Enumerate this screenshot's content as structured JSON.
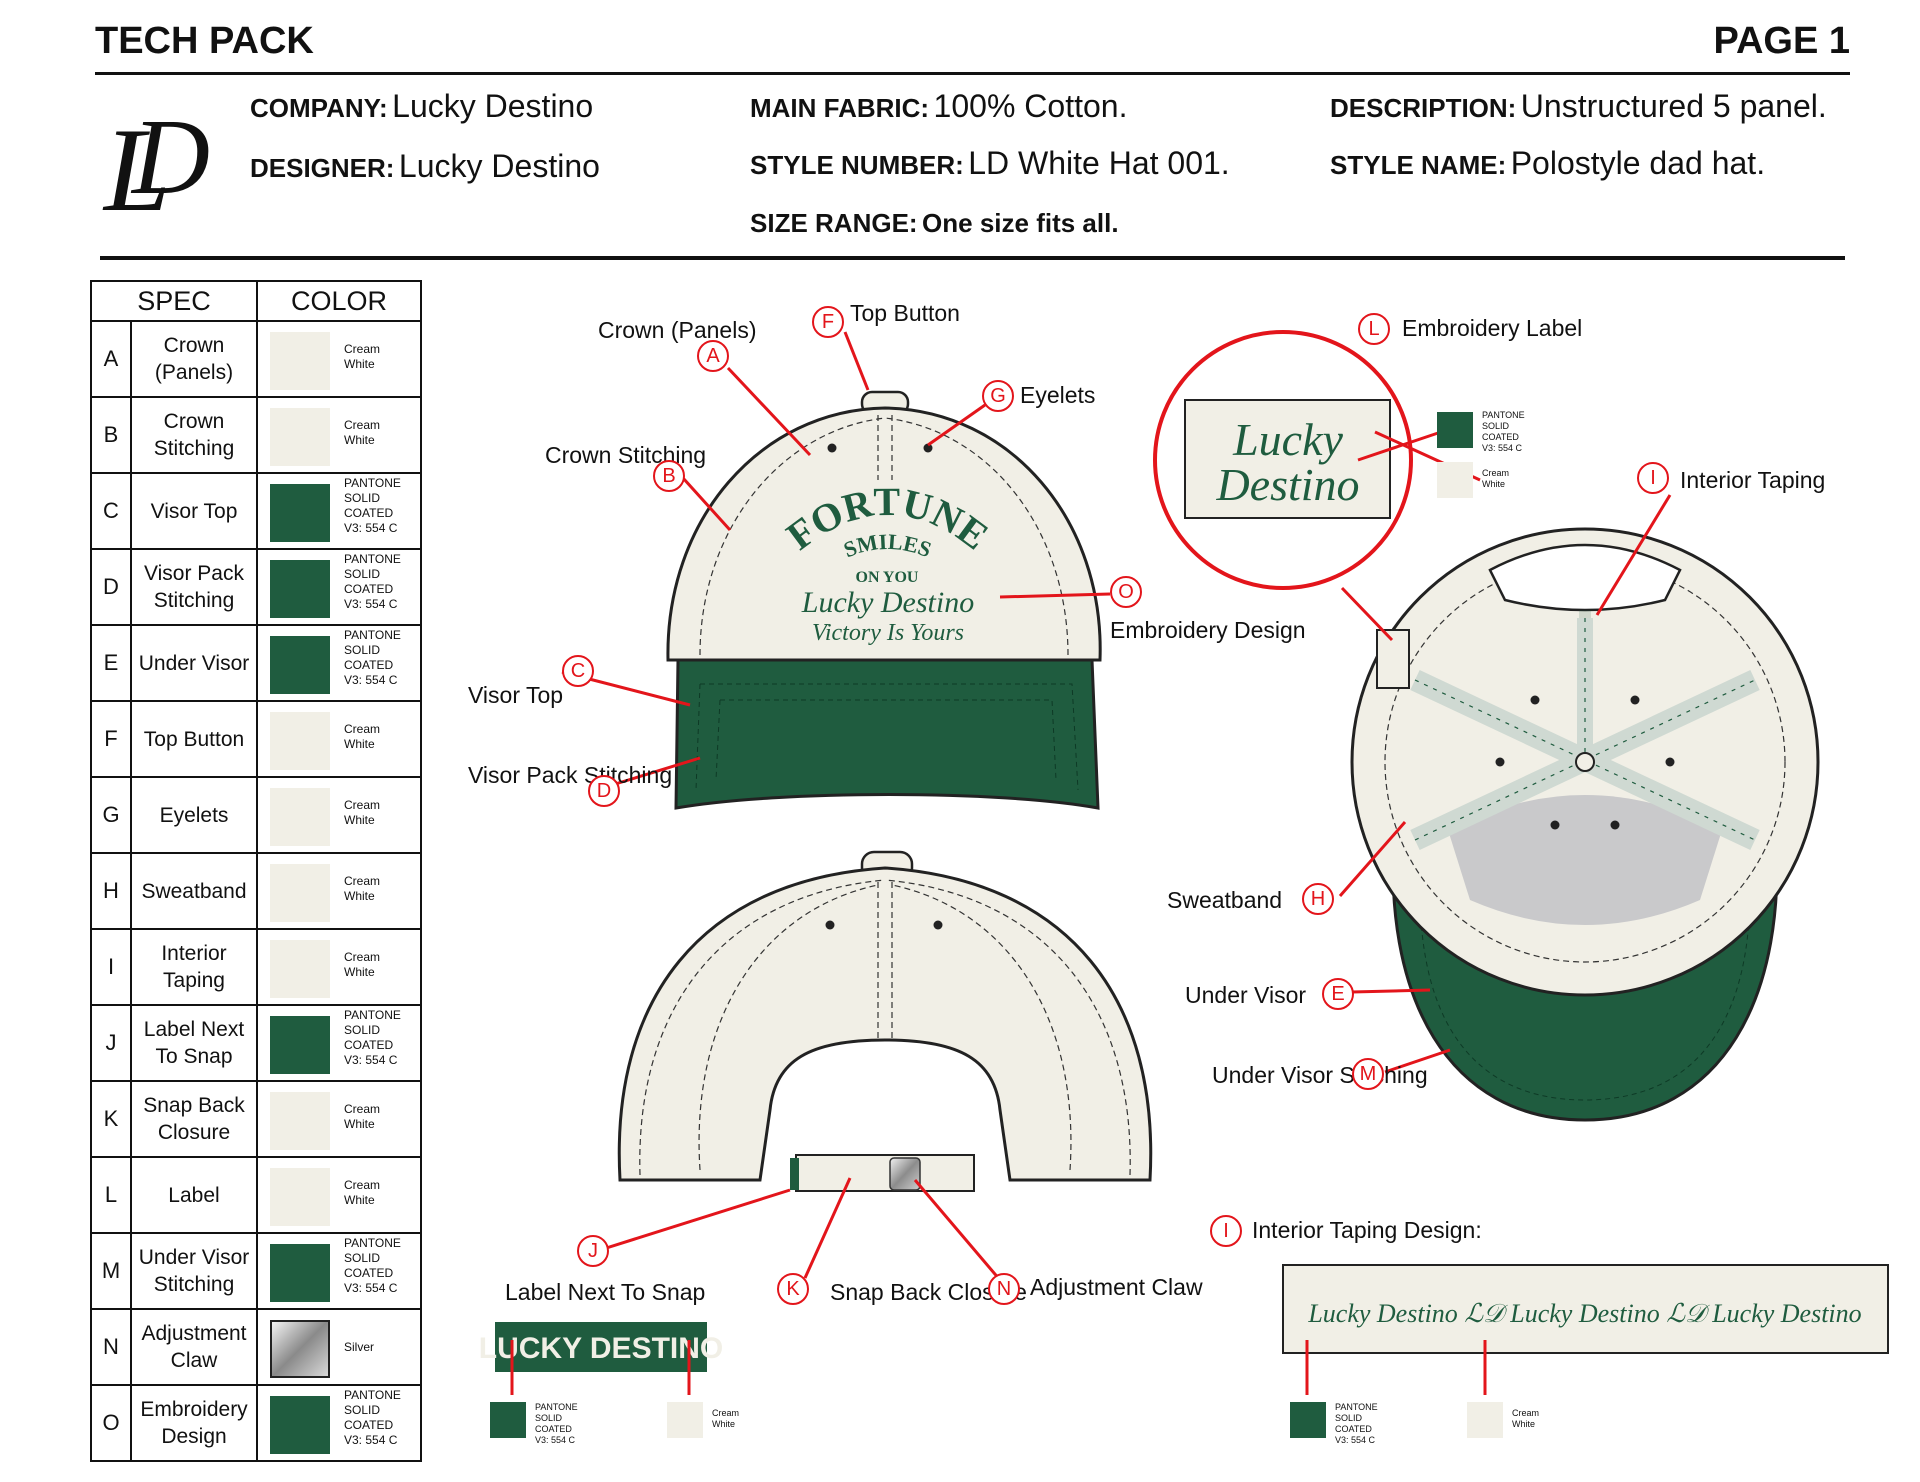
{
  "header": {
    "title": "TECH PACK",
    "page": "PAGE 1"
  },
  "info": {
    "company_label": "COMPANY:",
    "company": "Lucky Destino",
    "designer_label": "DESIGNER:",
    "designer": "Lucky Destino",
    "fabric_label": "MAIN FABRIC:",
    "fabric": "100% Cotton.",
    "style_number_label": "STYLE NUMBER:",
    "style_number": "LD White Hat 001.",
    "size_label": "SIZE RANGE:",
    "size": "One size fits all.",
    "description_label": "DESCRIPTION:",
    "description": "Unstructured 5 panel.",
    "style_name_label": "STYLE NAME:",
    "style_name": "Polostyle dad hat."
  },
  "table": {
    "head_spec": "SPEC",
    "head_color": "COLOR",
    "rows": [
      {
        "letter": "A",
        "name": "Crown (Panels)",
        "color": "Cream White",
        "kind": "cream"
      },
      {
        "letter": "B",
        "name": "Crown Stitching",
        "color": "Cream White",
        "kind": "cream"
      },
      {
        "letter": "C",
        "name": "Visor Top",
        "color": "PANTONE SOLID COATED V3: 554 C",
        "kind": "green"
      },
      {
        "letter": "D",
        "name": "Visor Pack Stitching",
        "color": "PANTONE SOLID COATED V3: 554 C",
        "kind": "green"
      },
      {
        "letter": "E",
        "name": "Under Visor",
        "color": "PANTONE SOLID COATED V3: 554 C",
        "kind": "green"
      },
      {
        "letter": "F",
        "name": "Top Button",
        "color": "Cream White",
        "kind": "cream"
      },
      {
        "letter": "G",
        "name": "Eyelets",
        "color": "Cream White",
        "kind": "cream"
      },
      {
        "letter": "H",
        "name": "Sweatband",
        "color": "Cream White",
        "kind": "cream"
      },
      {
        "letter": "I",
        "name": "Interior Taping",
        "color": "Cream White",
        "kind": "cream"
      },
      {
        "letter": "J",
        "name": "Label Next To Snap",
        "color": "PANTONE SOLID COATED V3: 554 C",
        "kind": "green"
      },
      {
        "letter": "K",
        "name": "Snap Back Closure",
        "color": "Cream White",
        "kind": "cream"
      },
      {
        "letter": "L",
        "name": "Label",
        "color": "Cream White",
        "kind": "cream"
      },
      {
        "letter": "M",
        "name": "Under Visor Stitching",
        "color": "PANTONE SOLID COATED V3: 554 C",
        "kind": "green"
      },
      {
        "letter": "N",
        "name": "Adjustment Claw",
        "color": "Silver",
        "kind": "silver"
      },
      {
        "letter": "O",
        "name": "Embroidery Design",
        "color": "PANTONE SOLID COATED V3: 554 C",
        "kind": "green"
      }
    ]
  },
  "colors": {
    "green": "#1f5c3f",
    "cream": "#f1efe6",
    "red": "#e3151b"
  },
  "callouts": {
    "A": "Crown (Panels)",
    "B": "Crown Stitching",
    "C": "Visor Top",
    "D": "Visor Pack Stitching",
    "E": "Under Visor",
    "F": "Top Button",
    "G": "Eyelets",
    "H": "Sweatband",
    "I": "Interior Taping",
    "J": "Label Next To Snap",
    "K": "Snap Back Closure",
    "L": "Embroidery Label",
    "M": "Under Visor Stitching",
    "N": "Adjustment Claw",
    "O": "Embroidery Design",
    "I2": "Interior Taping Design:"
  },
  "embroidery": {
    "line1": "FORTUNE",
    "line2": "SMILES",
    "line3": "ON YOU",
    "line4": "Lucky Destino",
    "line5": "Victory Is Yours"
  },
  "label_text": {
    "line1": "Lucky",
    "line2": "Destino"
  },
  "snap_label": "LUCKY DESTINO",
  "taping": "Lucky Destino  ℒ𝒟  Lucky Destino  ℒ𝒟  Lucky Destino",
  "swatch_pantone": "PANTONE SOLID COATED V3: 554 C",
  "swatch_cream": "Cream White"
}
